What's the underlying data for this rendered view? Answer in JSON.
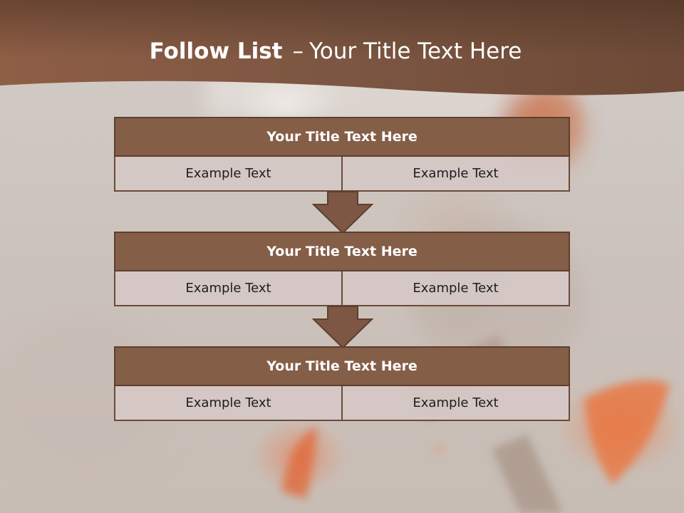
{
  "slide": {
    "title_bold": "Follow List",
    "title_separator": "–",
    "title_rest": "Your Title Text Here"
  },
  "steps": [
    {
      "title": "Your Title Text Here",
      "left": "Example Text",
      "right": "Example Text"
    },
    {
      "title": "Your Title Text Here",
      "left": "Example Text",
      "right": "Example Text"
    },
    {
      "title": "Your Title Text Here",
      "left": "Example Text",
      "right": "Example Text"
    }
  ],
  "colors": {
    "header_band": "#7a5440",
    "title_box": "#855e48",
    "cell_fill": "#d5c8c5",
    "arrow_fill": "#7d5743",
    "border": "#5e3f2d"
  }
}
